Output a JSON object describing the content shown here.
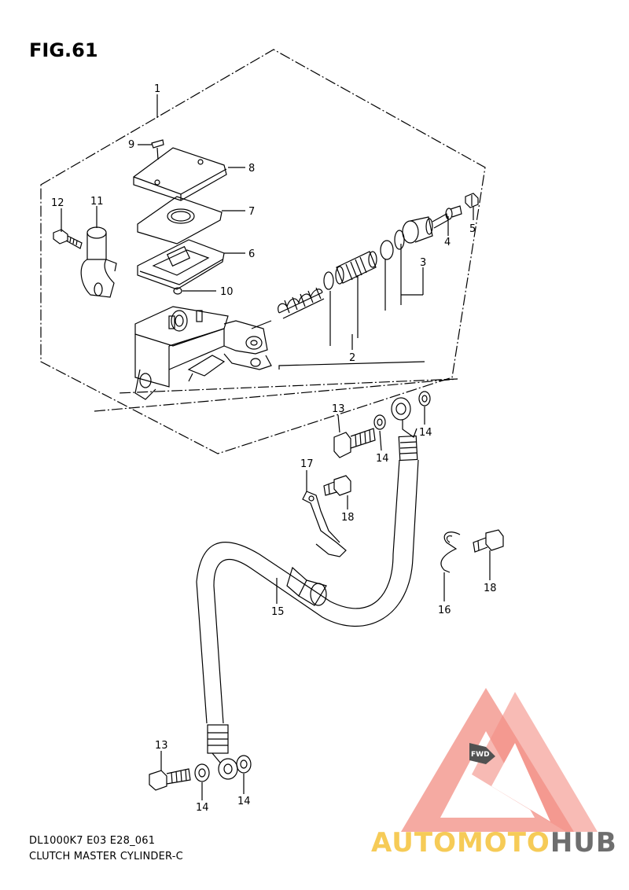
{
  "figure": {
    "title": "FIG.61",
    "model_code": "DL1000K7 E03 E28_061",
    "caption": "CLUTCH MASTER CYLINDER-C"
  },
  "callouts": [
    {
      "id": "c1",
      "text": "1"
    },
    {
      "id": "c9",
      "text": "9"
    },
    {
      "id": "c8",
      "text": "8"
    },
    {
      "id": "c12",
      "text": "12"
    },
    {
      "id": "c11",
      "text": "11"
    },
    {
      "id": "c7",
      "text": "7"
    },
    {
      "id": "c6",
      "text": "6"
    },
    {
      "id": "c10",
      "text": "10"
    },
    {
      "id": "c5",
      "text": "5"
    },
    {
      "id": "c4",
      "text": "4"
    },
    {
      "id": "c3",
      "text": "3"
    },
    {
      "id": "c2",
      "text": "2"
    },
    {
      "id": "c13a",
      "text": "13"
    },
    {
      "id": "c14a",
      "text": "14"
    },
    {
      "id": "c14b",
      "text": "14"
    },
    {
      "id": "c17",
      "text": "17"
    },
    {
      "id": "c18a",
      "text": "18"
    },
    {
      "id": "c18b",
      "text": "18"
    },
    {
      "id": "c16",
      "text": "16"
    },
    {
      "id": "c15",
      "text": "15"
    },
    {
      "id": "c13b",
      "text": "13"
    },
    {
      "id": "c14c",
      "text": "14"
    },
    {
      "id": "c14d",
      "text": "14"
    }
  ],
  "watermark": {
    "part1": "AUTOMOTO",
    "part2": "HUB",
    "badge": "FWD",
    "color_primary": "#f07a6e",
    "color_secondary": "#f5c23a",
    "color_dark": "#555555"
  }
}
